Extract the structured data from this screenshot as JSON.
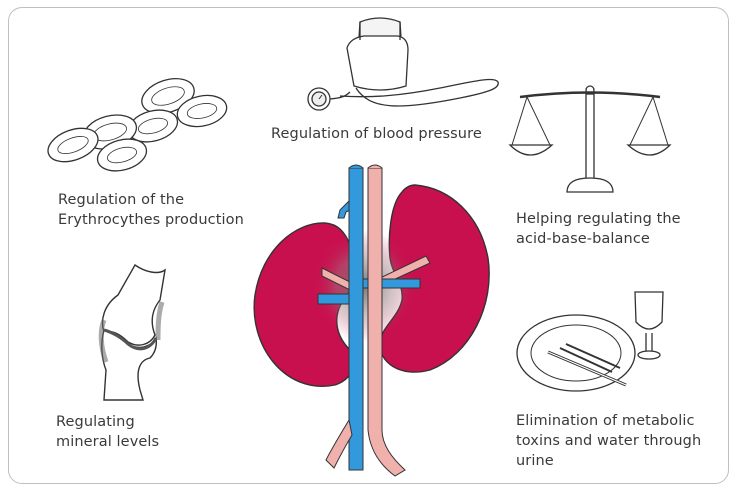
{
  "labels": {
    "blood_pressure": "Regulation of blood pressure",
    "erythrocytes": "Regulation of the\nErythrocythes production",
    "acid_base": "Helping regulating the\nacid-base-balance",
    "mineral": "Regulating\nmineral levels",
    "elimination": "Elimination of metabolic\ntoxins and water through\nurine"
  },
  "colors": {
    "kidney": "#c8104f",
    "vein": "#3399dd",
    "artery": "#f0b0ac",
    "line": "#333333",
    "glow": "#8a8a8a"
  }
}
